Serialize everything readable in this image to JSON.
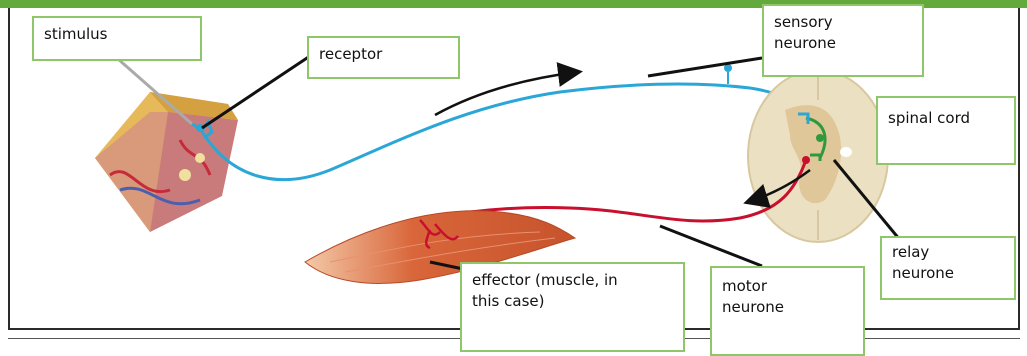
{
  "labels": {
    "stimulus": "stimulus",
    "receptor": "receptor",
    "sensory_neurone": "sensory\nneurone",
    "spinal_cord": "spinal cord",
    "relay_neurone": "relay\nneurone",
    "effector": "effector (muscle, in\nthis case)",
    "motor_neurone": "motor\nneurone"
  },
  "colors": {
    "accent_bar": "#63a93c",
    "label_border": "#8fc66a",
    "sensory_neurone": "#2aa7d6",
    "motor_neurone": "#c8102e",
    "relay_neurone": "#2f9a3c",
    "spinal_cord": "#e9dcc0"
  }
}
